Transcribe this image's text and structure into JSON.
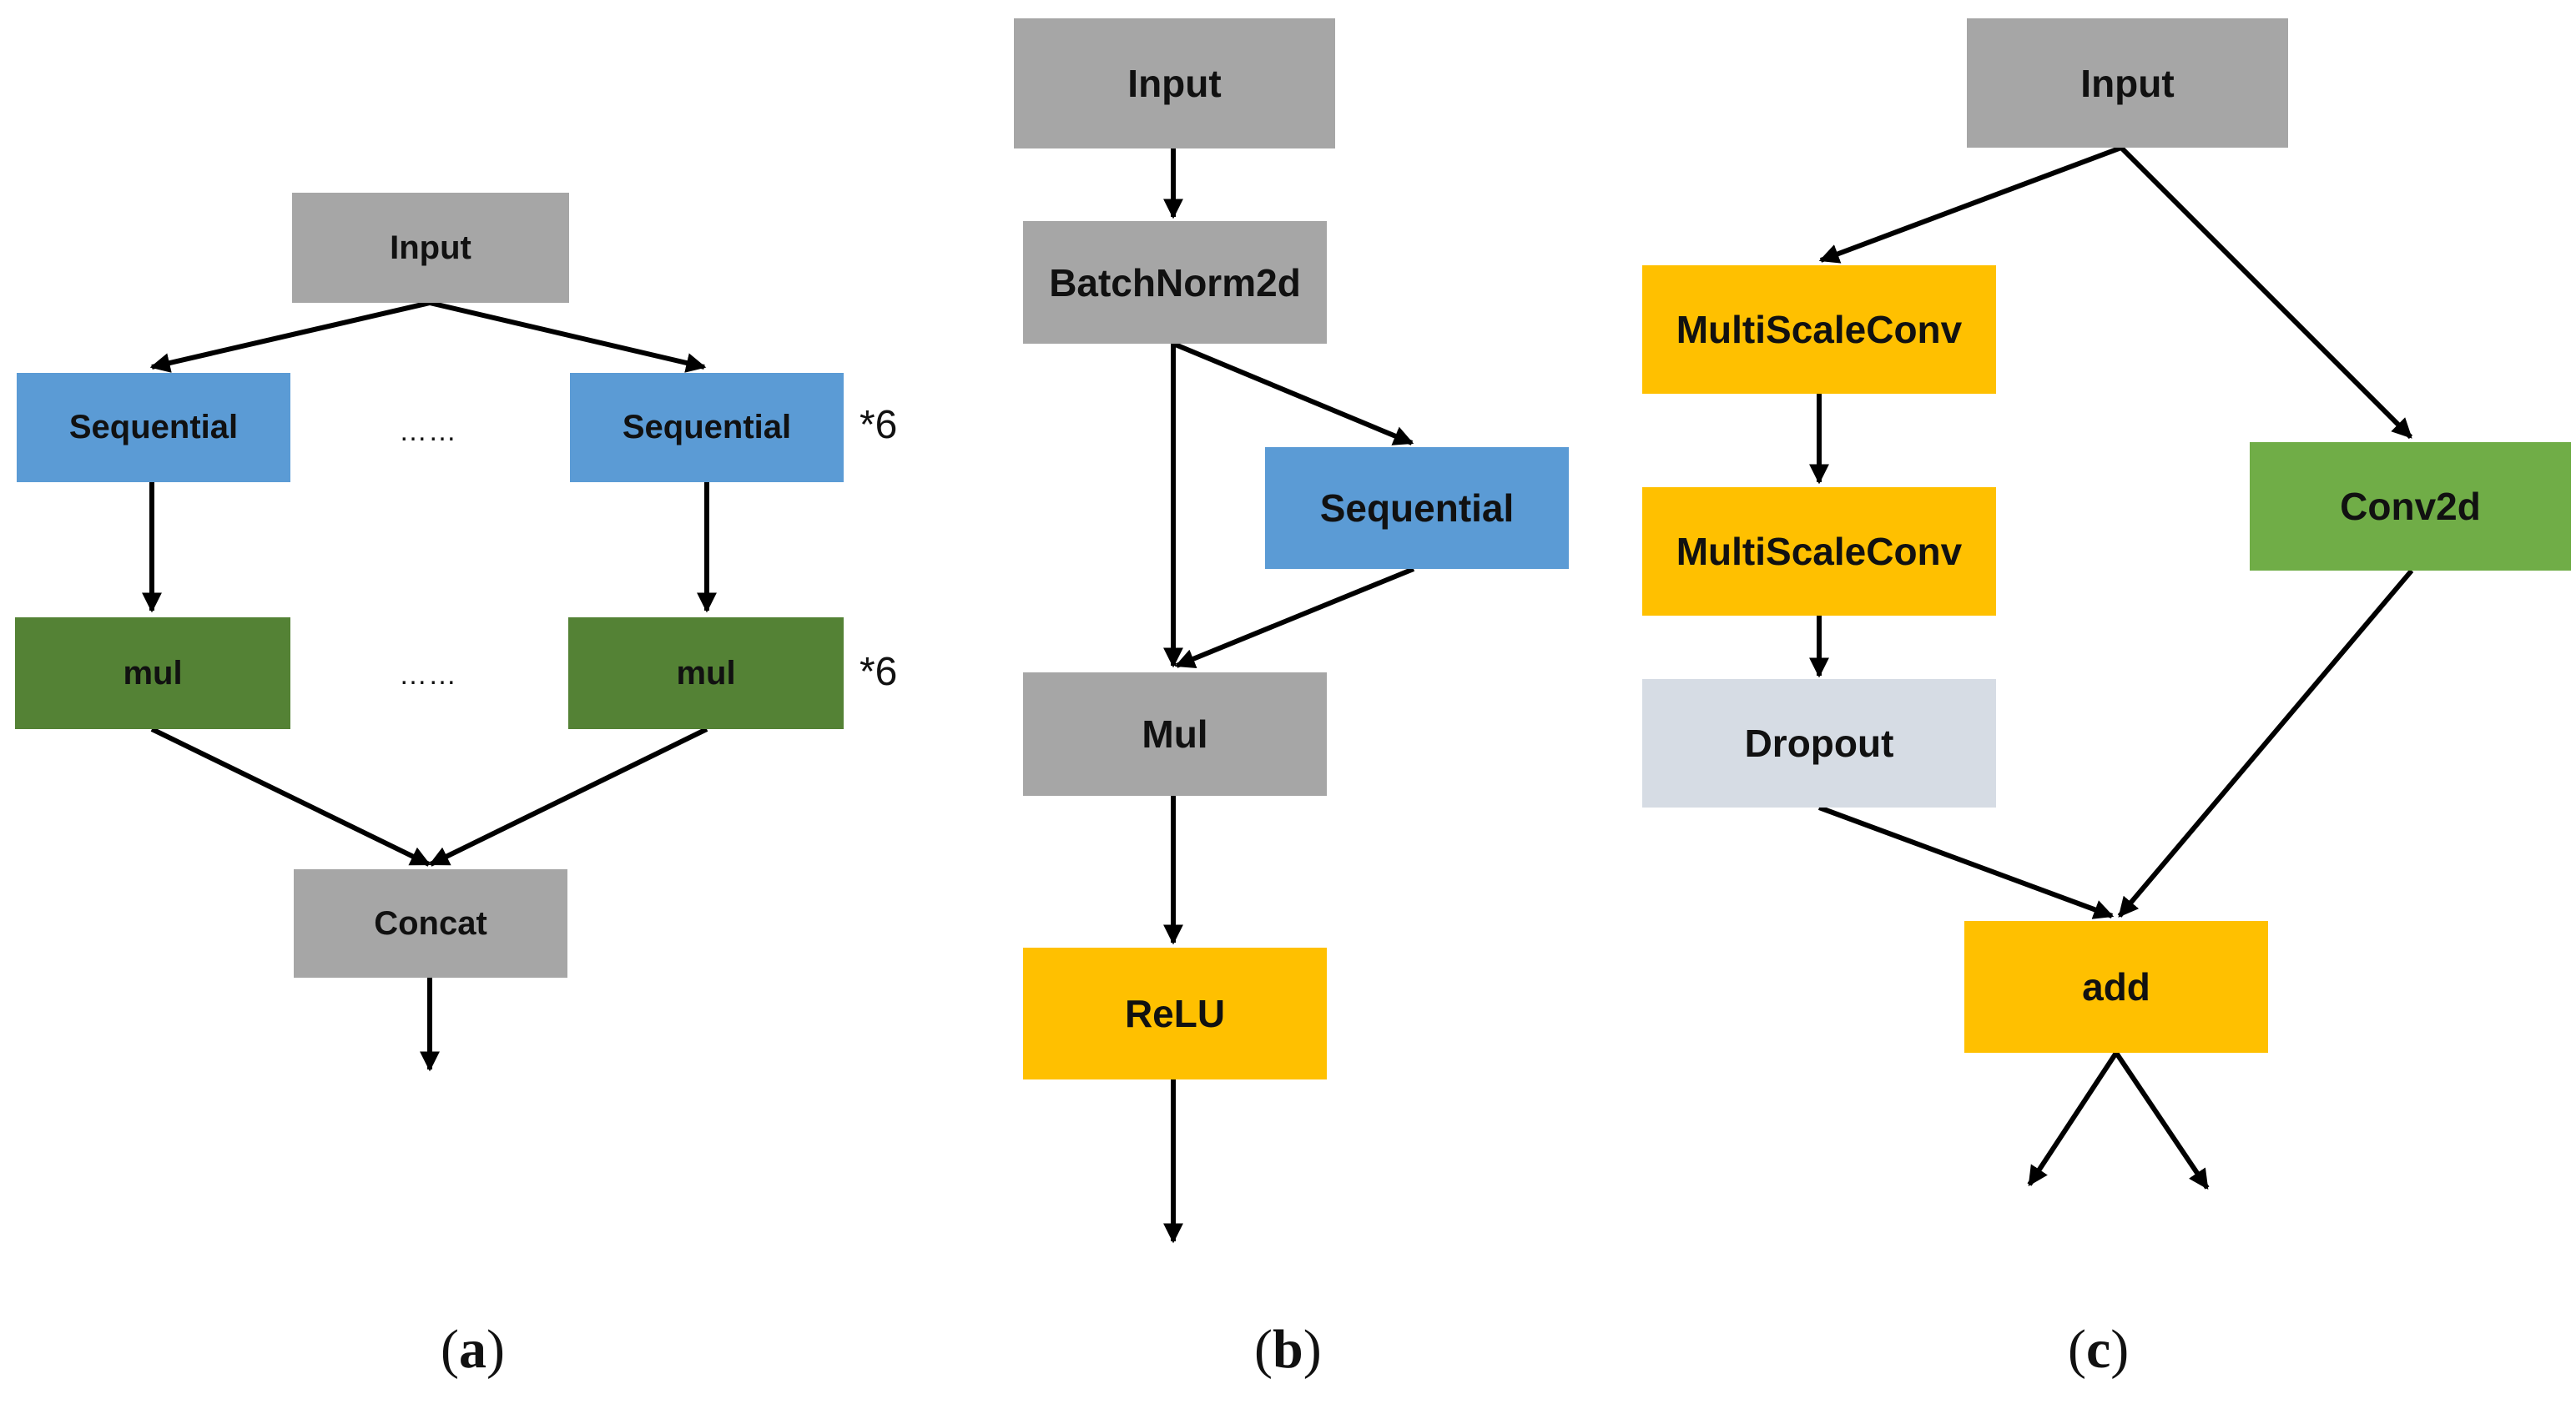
{
  "colors": {
    "gray": "#a6a6a6",
    "blue": "#5b9bd5",
    "dark_green": "#548235",
    "green": "#70ad47",
    "yellow": "#ffc000",
    "light_gray": "#d6dce4",
    "arrow": "#000000"
  },
  "panel_a": {
    "input": "Input",
    "sequential_left": "Sequential",
    "sequential_right": "Sequential",
    "seq_ellipsis": "……",
    "seq_multiplier": "*6",
    "mul_left": "mul",
    "mul_right": "mul",
    "mul_ellipsis": "……",
    "mul_multiplier": "*6",
    "concat": "Concat",
    "label_open": "(",
    "label_letter": "a",
    "label_close": ")"
  },
  "panel_b": {
    "input": "Input",
    "batchnorm": "BatchNorm2d",
    "sequential": "Sequential",
    "mul": "Mul",
    "relu": "ReLU",
    "label_open": "(",
    "label_letter": "b",
    "label_close": ")"
  },
  "panel_c": {
    "input": "Input",
    "msconv1": "MultiScaleConv",
    "msconv2": "MultiScaleConv",
    "dropout": "Dropout",
    "conv2d": "Conv2d",
    "add": "add",
    "label_open": "(",
    "label_letter": "c",
    "label_close": ")"
  }
}
